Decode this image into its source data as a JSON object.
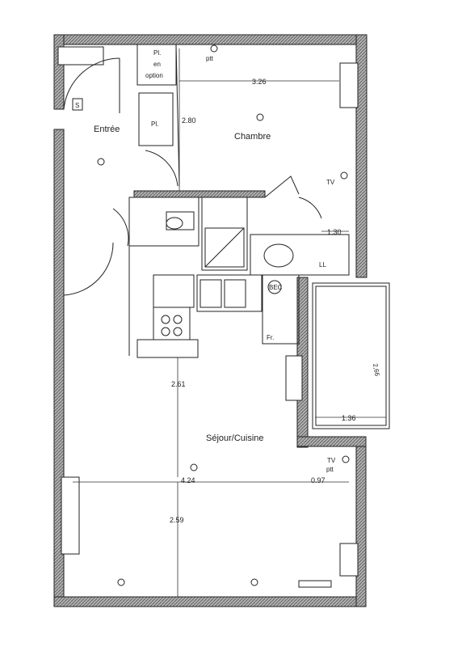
{
  "rooms": {
    "entree": "Entrée",
    "chambre": "Chambre",
    "sejour": "Séjour/Cuisine"
  },
  "closets": {
    "pl_option_line1": "Pl.",
    "pl_option_line2": "en",
    "pl_option_line3": "option",
    "pl": "Pl."
  },
  "dimensions": {
    "chambre_width": "3.26",
    "chambre_depth": "2.80",
    "sdb_width": "1.30",
    "sejour_depth_upper": "2.61",
    "sejour_width": "4.24",
    "sejour_right": "0.97",
    "sejour_depth_lower": "2.59",
    "balcony_width": "1.36"
  },
  "outlets": {
    "ptt_top": "ptt",
    "tv_chambre": "TV",
    "tv_sejour": "TV",
    "ptt_sejour": "ptt"
  },
  "fixtures": {
    "bec": "BEC",
    "fr": "Fr.",
    "ll": "LL",
    "s": "S"
  },
  "handwritten": {
    "balcony_note": "2,66"
  }
}
